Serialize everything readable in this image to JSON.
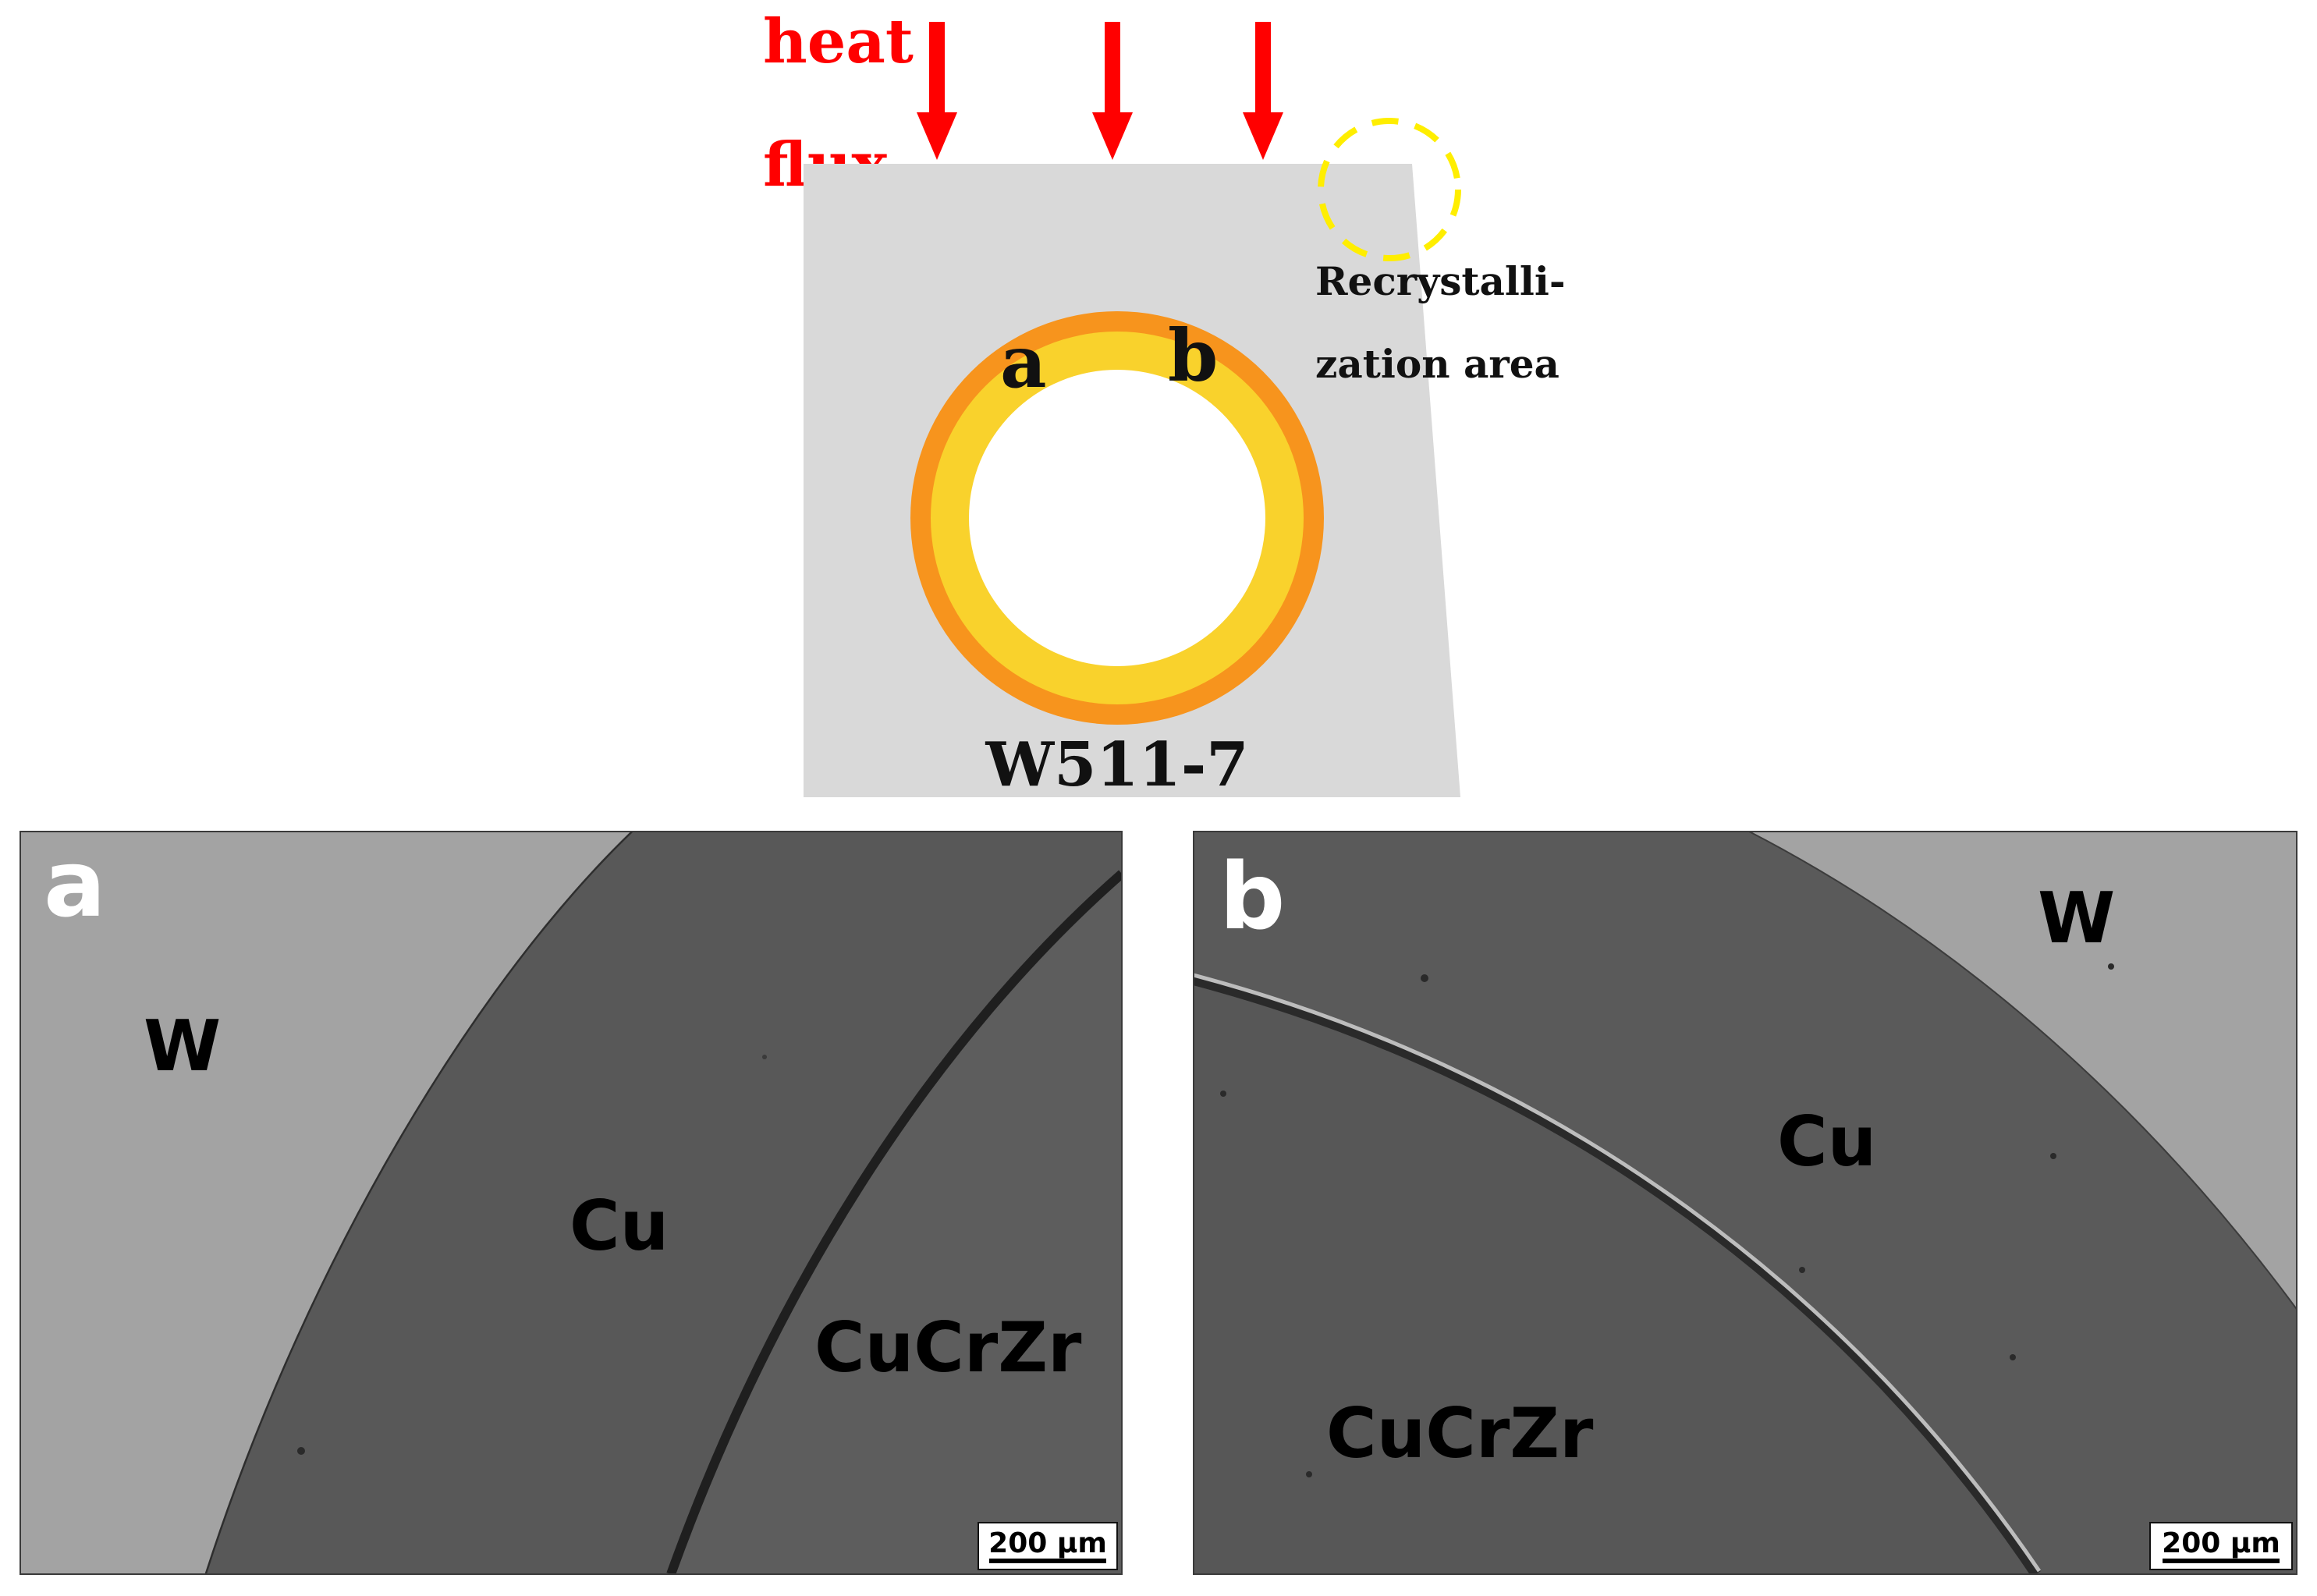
{
  "schematic": {
    "heat_label_line1": "heat",
    "heat_label_line2": "flux",
    "recryst_line1": "Recrystalli-",
    "recryst_line2": "zation area",
    "marker_a": "a",
    "marker_b": "b",
    "specimen_id": "W511-7",
    "colors": {
      "heat": "#ff0000",
      "block": "#d9d9d9",
      "outer_ring": "#f7941d",
      "inner_ring": "#f9d22c",
      "recryst_circle": "#ffee00"
    }
  },
  "panel_a": {
    "letter": "a",
    "labels": {
      "w": "W",
      "cu": "Cu",
      "cucrzr": "CuCrZr"
    },
    "scale_bar": "200 µm"
  },
  "panel_b": {
    "letter": "b",
    "labels": {
      "w": "W",
      "cu": "Cu",
      "cucrzr": "CuCrZr"
    },
    "scale_bar": "200 µm"
  }
}
